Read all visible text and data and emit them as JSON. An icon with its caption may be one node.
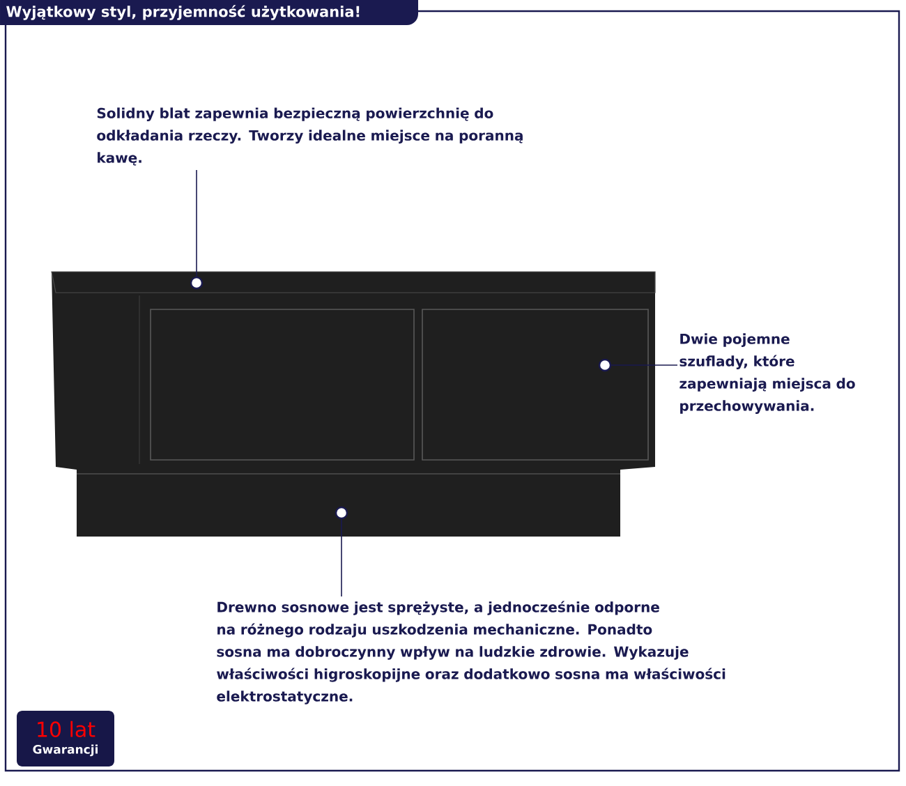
{
  "diagram": {
    "title": "Wyjątkowy styl, przyjemność użytkowania!",
    "nodes": [
      {
        "text": [
          "Solidny blat zapewnia bezpieczną powierzchnię do odkładania rzeczy. Tworzy idealne miejsce na poranną kawę."
        ]
      },
      {
        "text": [],
        "shape": "circle"
      },
      {
        "text": [
          "Dwie pojemne szuflady, które zapewniają miejsca do przechowywania."
        ]
      },
      {
        "text": [],
        "shape": "circle"
      },
      {
        "text": [
          "Drewno sosnowe jest sprężyste, a jednocześnie odporne na różnego rodzaju uszkodzenia mechaniczne. Ponadto sosna ma dobroczynny wpływ na ludzkie zdrowie. Wykazuje właściwości higroskopijne oraz dodatkowo sosna ma właściwości elektrostatyczne."
        ]
      },
      {
        "text": [],
        "shape": "circle"
      },
      {
        "text": [
          "10 lat",
          "Gwarancji"
        ]
      }
    ],
    "edges": [
      {
        "from": 0,
        "to": 1,
        "arrow": "none"
      },
      {
        "from": 2,
        "to": 3,
        "arrow": "none"
      },
      {
        "from": 4,
        "to": 5,
        "arrow": "none"
      }
    ]
  }
}
